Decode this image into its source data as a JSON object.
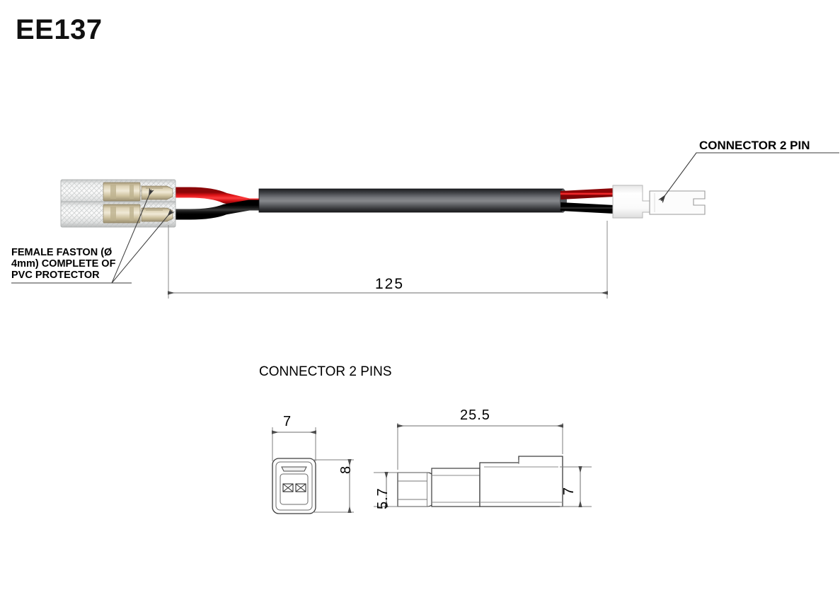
{
  "drawing": {
    "title": "EE137",
    "annotations": {
      "faston": "FEMALE FASTON (Ø 4mm) COMPLETE OF PVC PROTECTOR",
      "connector_callout": "CONNECTOR 2 PIN"
    },
    "section_title": "CONNECTOR 2 PINS",
    "dimensions": {
      "cable_length": "125",
      "front_width": "7",
      "front_height": "8",
      "side_length": "25.5",
      "side_nose_height": "5.7",
      "side_body_height": "7"
    },
    "colors": {
      "wire_positive": "#e8191b",
      "wire_negative": "#141414",
      "sheath_dark": "#2f3033",
      "sheath_light": "#7d7f83",
      "terminal_metal": "#cdc2a4",
      "pvc_protector": "#e9eaea",
      "connector_body": "#fdfdfd",
      "line": "#4d4d4d",
      "text": "#000000"
    },
    "parts": {
      "faston_terminal": "female-faston-terminal",
      "pvc_sleeve": "pvc-protector-sleeve",
      "cable_sheath": "cable-sheath",
      "connector_housing": "connector-2pin-housing",
      "connector_front_view": "connector-front-view",
      "connector_side_view": "connector-side-view"
    }
  }
}
